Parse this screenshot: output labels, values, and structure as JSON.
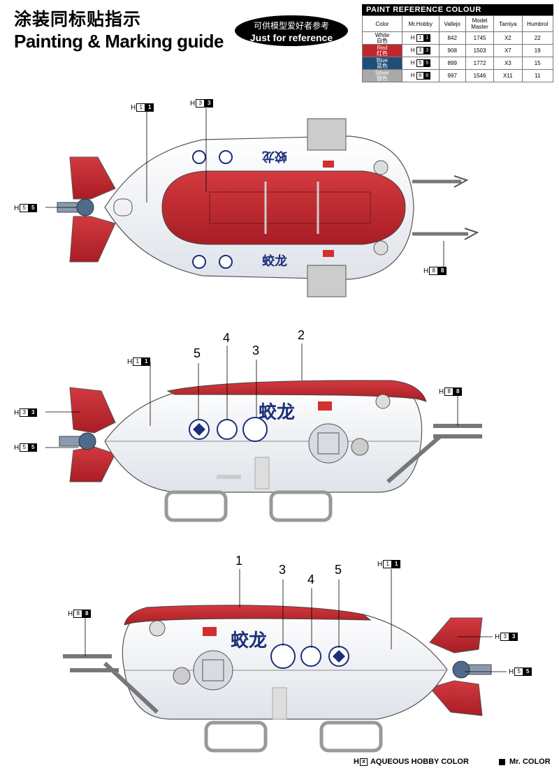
{
  "header": {
    "title_cn": "涂装同标贴指示",
    "title_en": "Painting & Marking guide",
    "reference_cn": "可供模型爱好者参考",
    "reference_en": "Just for reference"
  },
  "paint_table": {
    "title": "PAINT  REFERENCE COLOUR",
    "columns": [
      "Color",
      "Mr.Hobby",
      "Vallejo",
      "Model Master",
      "Tamiya",
      "Humbrol"
    ],
    "rows": [
      {
        "color": "White",
        "color_cn": "白色",
        "h_left": "1",
        "h_right": "1",
        "vallejo": "842",
        "model_master": "1745",
        "tamiya": "X2",
        "humbrol": "22"
      },
      {
        "color": "Red",
        "color_cn": "红色",
        "h_left": "3",
        "h_right": "3",
        "vallejo": "908",
        "model_master": "1503",
        "tamiya": "X7",
        "humbrol": "19"
      },
      {
        "color": "Blue",
        "color_cn": "蓝色",
        "h_left": "5",
        "h_right": "5",
        "vallejo": "899",
        "model_master": "1772",
        "tamiya": "X3",
        "humbrol": "15"
      },
      {
        "color": "Silver",
        "color_cn": "银色",
        "h_left": "8",
        "h_right": "8",
        "vallejo": "997",
        "model_master": "1546",
        "tamiya": "X11",
        "humbrol": "11"
      }
    ]
  },
  "colors": {
    "white": "#ffffff",
    "red": "#c0272d",
    "blue": "#1f4e78",
    "silver": "#a9a9a9",
    "hull_shade": "#e9ecf2",
    "navy_text": "#1c2f7a"
  },
  "hull_text_cn": "蛟龙",
  "views": {
    "top": {
      "callouts": [
        {
          "h": "H",
          "left": "1",
          "right": "1"
        },
        {
          "h": "H",
          "left": "3",
          "right": "3"
        },
        {
          "h": "H",
          "left": "5",
          "right": "5"
        },
        {
          "h": "H",
          "left": "8",
          "right": "8"
        }
      ]
    },
    "side1": {
      "callouts": [
        {
          "h": "H",
          "left": "1",
          "right": "1"
        },
        {
          "h": "H",
          "left": "3",
          "right": "3"
        },
        {
          "h": "H",
          "left": "5",
          "right": "5"
        },
        {
          "h": "H",
          "left": "8",
          "right": "8"
        }
      ],
      "decal_numbers": [
        "5",
        "4",
        "3",
        "2"
      ]
    },
    "side2": {
      "callouts": [
        {
          "h": "H",
          "left": "8",
          "right": "8"
        },
        {
          "h": "H",
          "left": "1",
          "right": "1"
        },
        {
          "h": "H",
          "left": "3",
          "right": "3"
        },
        {
          "h": "H",
          "left": "5",
          "right": "5"
        }
      ],
      "decal_numbers": [
        "1",
        "3",
        "4",
        "5"
      ]
    }
  },
  "footer": {
    "aqueous_h": "H",
    "aqueous_x": "X",
    "aqueous_label": "AQUEOUS HOBBY COLOR",
    "mrcolor_label": "Mr. COLOR"
  }
}
